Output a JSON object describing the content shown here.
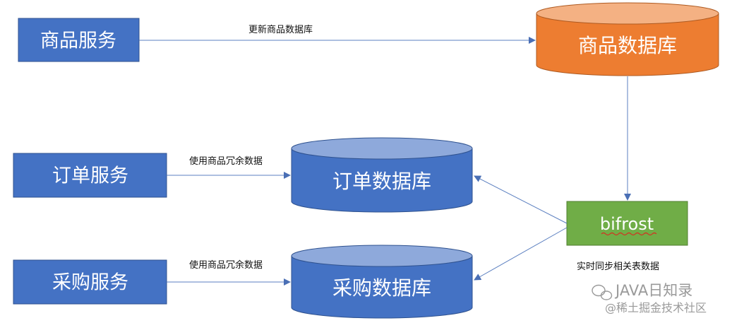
{
  "nodes": {
    "product_service": "商品服务",
    "order_service": "订单服务",
    "purchase_service": "采购服务",
    "product_db": "商品数据库",
    "order_db": "订单数据库",
    "purchase_db": "采购数据库",
    "bifrost": "bifrost"
  },
  "edges": {
    "update_product_db": "更新商品数据库",
    "order_redundant": "使用商品冗余数据",
    "purchase_redundant": "使用商品冗余数据",
    "realtime_sync": "实时同步相关表数据"
  },
  "watermark": {
    "line1": "JAVA日知录",
    "line2": "@稀土掘金技术社区"
  },
  "colors": {
    "service_fill": "#4472C4",
    "product_db_fill": "#ED7D31",
    "db_fill": "#4472C4",
    "bifrost_fill": "#70AD47",
    "arrow": "#5B7FC0"
  }
}
